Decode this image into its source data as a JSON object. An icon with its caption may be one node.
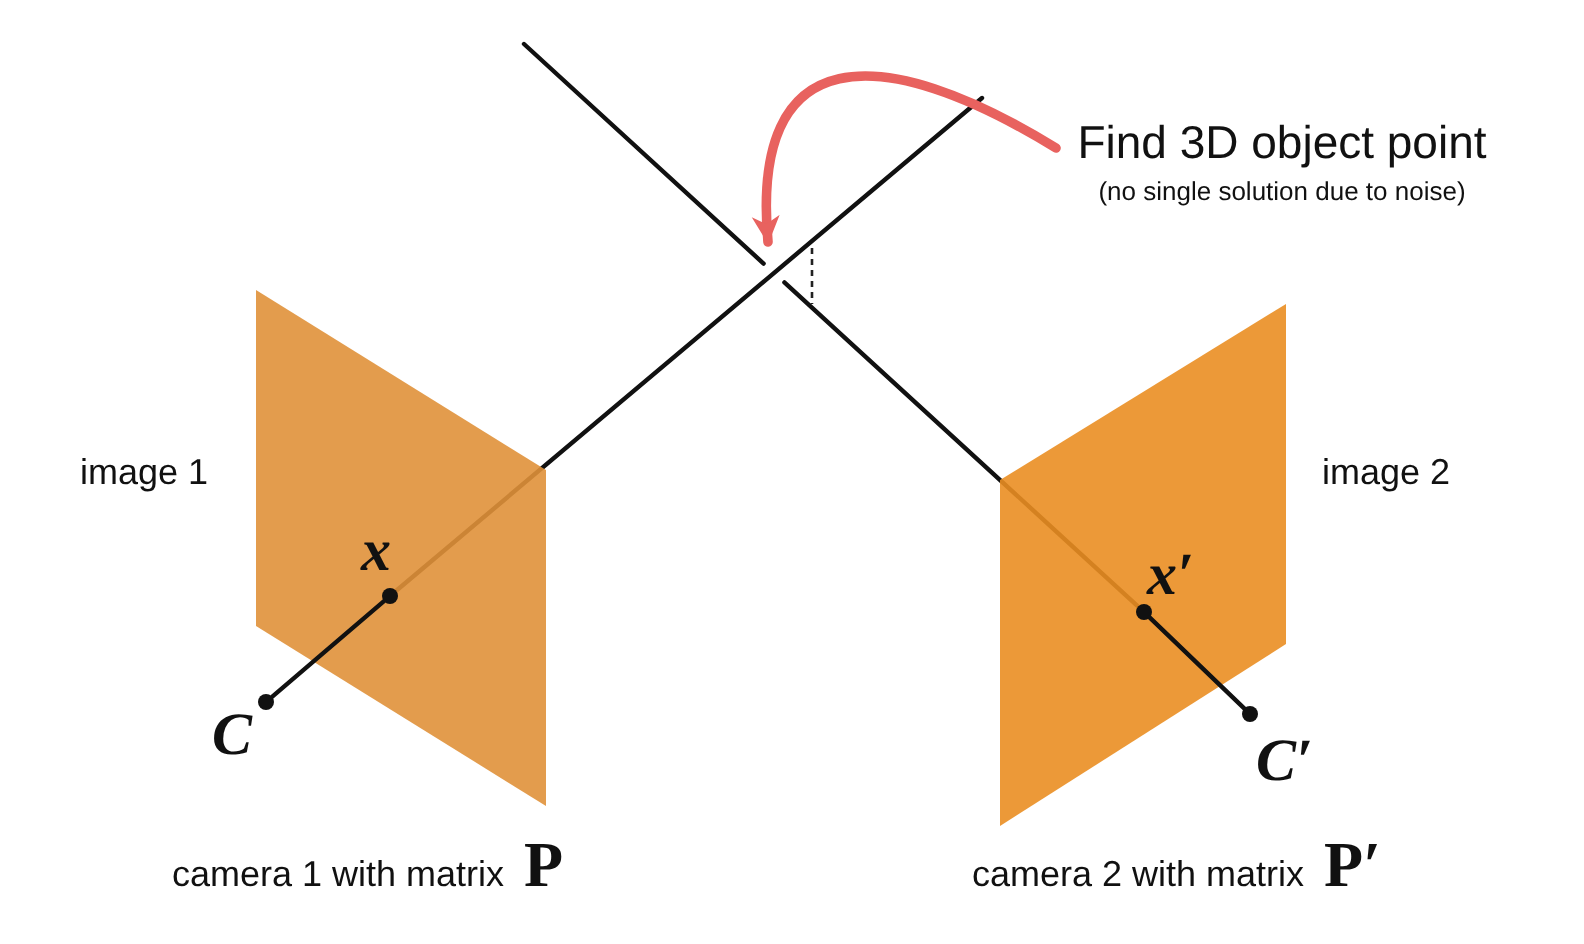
{
  "diagram": {
    "nodes": [
      {
        "text": [
          "Find 3D object point",
          "(no single solution due to noise)"
        ]
      },
      {
        "text": [],
        "shape": "parallelogram",
        "beside": [
          "image 1"
        ]
      },
      {
        "text": [
          "x"
        ],
        "in": 1
      },
      {
        "text": [
          "C"
        ]
      },
      {
        "text": [],
        "shape": "parallelogram",
        "beside": [
          "image 2"
        ]
      },
      {
        "text": [
          "x′"
        ],
        "in": 4
      },
      {
        "text": [
          "C′"
        ]
      }
    ],
    "edges": [
      {
        "from": 3,
        "to": 2,
        "arrow": "none"
      },
      {
        "from": 2,
        "to": null,
        "arrow": "none"
      },
      {
        "from": 6,
        "to": 5,
        "arrow": "none"
      },
      {
        "from": 5,
        "to": null,
        "arrow": "none"
      },
      {
        "from": 0,
        "to": null,
        "arrow": "to",
        "style": "thick",
        "color": "#e8625f"
      }
    ],
    "labels": [
      "camera 1 with matrix **P**",
      "camera 2 with matrix **P′**"
    ]
  }
}
